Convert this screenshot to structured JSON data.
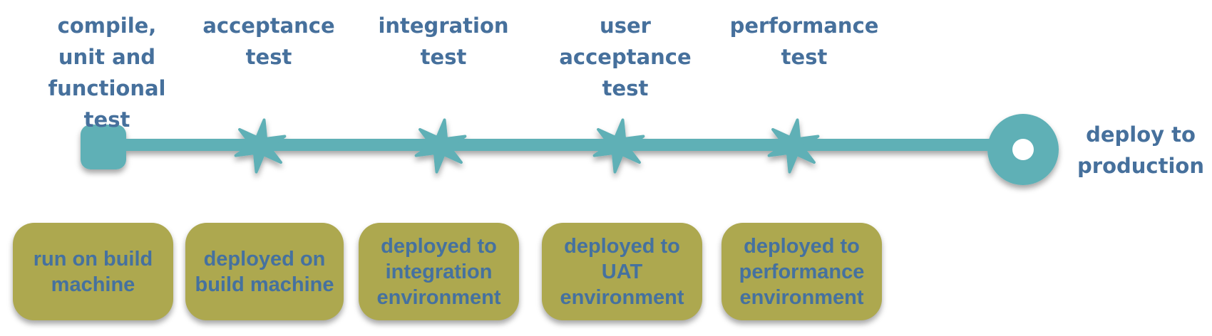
{
  "colors": {
    "pipeline": "#5fb0b6",
    "stage_text": "#46709c",
    "box_fill": "#ada84f",
    "box_text": "#45719f",
    "background": "#ffffff"
  },
  "icons": {
    "start": "rounded-square-start-icon",
    "checkpoint": "starburst-checkpoint-icon",
    "end": "ring-end-icon"
  },
  "stages": [
    {
      "label": "compile, unit and functional test"
    },
    {
      "label": "acceptance test"
    },
    {
      "label": "integration test"
    },
    {
      "label": "user acceptance test"
    },
    {
      "label": "performance test"
    }
  ],
  "end_label": "deploy to production",
  "environments": [
    {
      "label": "run on build machine"
    },
    {
      "label": "deployed on build machine"
    },
    {
      "label": "deployed to integration environment"
    },
    {
      "label": "deployed to UAT environment"
    },
    {
      "label": "deployed to performance environment"
    }
  ]
}
